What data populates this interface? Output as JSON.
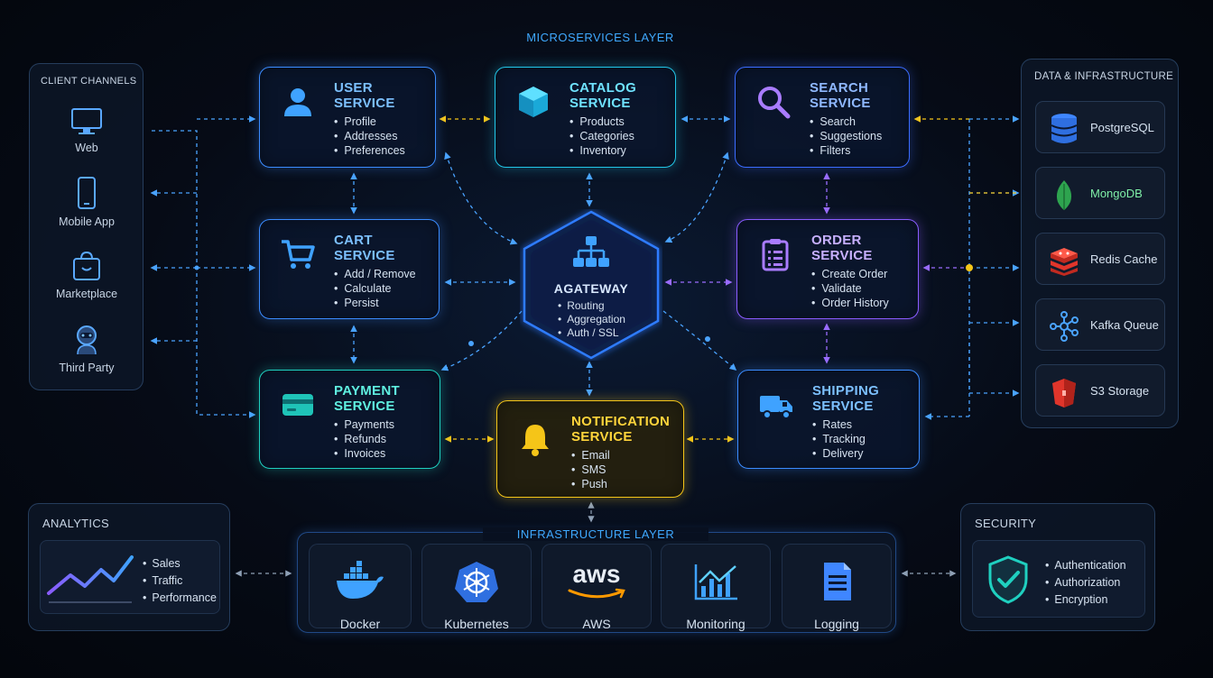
{
  "titles": {
    "microservices": "MICROSERVICES LAYER",
    "infrastructure": "INFRASTRUCTURE LAYER"
  },
  "client_channels": {
    "title": "CLIENT CHANNELS",
    "items": [
      {
        "label": "Web",
        "icon": "monitor-icon"
      },
      {
        "label": "Mobile App",
        "icon": "mobile-phone-icon"
      },
      {
        "label": "Marketplace",
        "icon": "shopping-bag-icon"
      },
      {
        "label": "Third Party",
        "icon": "robot-icon"
      }
    ]
  },
  "services": {
    "user": {
      "line1": "USER",
      "line2": "SERVICE",
      "items": [
        "Profile",
        "Addresses",
        "Preferences"
      ],
      "color": "#3b8cff",
      "icon": "user-icon"
    },
    "catalog": {
      "line1": "CATALOG",
      "line2": "SERVICE",
      "items": [
        "Products",
        "Categories",
        "Inventory"
      ],
      "color": "#22c7e8",
      "icon": "cube-icon"
    },
    "search": {
      "line1": "SEARCH",
      "line2": "SERVICE",
      "items": [
        "Search",
        "Suggestions",
        "Filters"
      ],
      "color": "#3b6cff",
      "icon": "magnifier-icon"
    },
    "cart": {
      "line1": "CART",
      "line2": "SERVICE",
      "items": [
        "Add / Remove",
        "Calculate",
        "Persist"
      ],
      "color": "#3b8cff",
      "icon": "shopping-cart-icon"
    },
    "order": {
      "line1": "ORDER",
      "line2": "SERVICE",
      "items": [
        "Create Order",
        "Validate",
        "Order History"
      ],
      "color": "#8a5cff",
      "icon": "clipboard-icon"
    },
    "payment": {
      "line1": "PAYMENT",
      "line2": "SERVICE",
      "items": [
        "Payments",
        "Refunds",
        "Invoices"
      ],
      "color": "#1fd0c0",
      "icon": "credit-card-icon"
    },
    "notification": {
      "line1": "NOTIFICATION",
      "line2": "SERVICE",
      "items": [
        "Email",
        "SMS",
        "Push"
      ],
      "color": "#f5c518",
      "icon": "bell-icon"
    },
    "shipping": {
      "line1": "SHIPPING",
      "line2": "SERVICE",
      "items": [
        "Rates",
        "Tracking",
        "Delivery"
      ],
      "color": "#3b8cff",
      "icon": "truck-icon"
    }
  },
  "gateway": {
    "label": "AGATEWAY",
    "items": [
      "Routing",
      "Aggregation",
      "Auth / SSL"
    ],
    "color": "#2f7bff",
    "icon": "network-tree-icon"
  },
  "data_infrastructure": {
    "title": "DATA & INFRASTRUCTURE",
    "items": [
      {
        "label": "PostgreSQL",
        "icon": "database-icon",
        "color": "#2f7bff"
      },
      {
        "label": "MongoDB",
        "icon": "mongodb-leaf-icon",
        "color": "#2ea44f"
      },
      {
        "label": "Redis Cache",
        "icon": "redis-icon",
        "color": "#e0352b"
      },
      {
        "label": "Kafka Queue",
        "icon": "kafka-icon",
        "color": "#4aa3ff"
      },
      {
        "label": "S3 Storage",
        "icon": "s3-bucket-icon",
        "color": "#e0352b"
      }
    ]
  },
  "analytics": {
    "title": "ANALYTICS",
    "items": [
      "Sales",
      "Traffic",
      "Performance"
    ],
    "icon": "line-chart-icon"
  },
  "infrastructure": {
    "items": [
      {
        "label": "Docker",
        "icon": "docker-whale-icon"
      },
      {
        "label": "Kubernetes",
        "icon": "kubernetes-wheel-icon"
      },
      {
        "label": "AWS",
        "icon": "aws-logo-icon",
        "logo_text": "aws"
      },
      {
        "label": "Monitoring",
        "icon": "monitoring-chart-icon"
      },
      {
        "label": "Logging",
        "icon": "document-icon"
      }
    ]
  },
  "security": {
    "title": "SECURITY",
    "items": [
      "Authentication",
      "Authorization",
      "Encryption"
    ],
    "icon": "shield-check-icon"
  },
  "colors": {
    "background": "#060b16",
    "accent": "#3fa9ff",
    "gold": "#f5c518",
    "purple": "#8a5cff",
    "teal": "#1fd0c0"
  }
}
